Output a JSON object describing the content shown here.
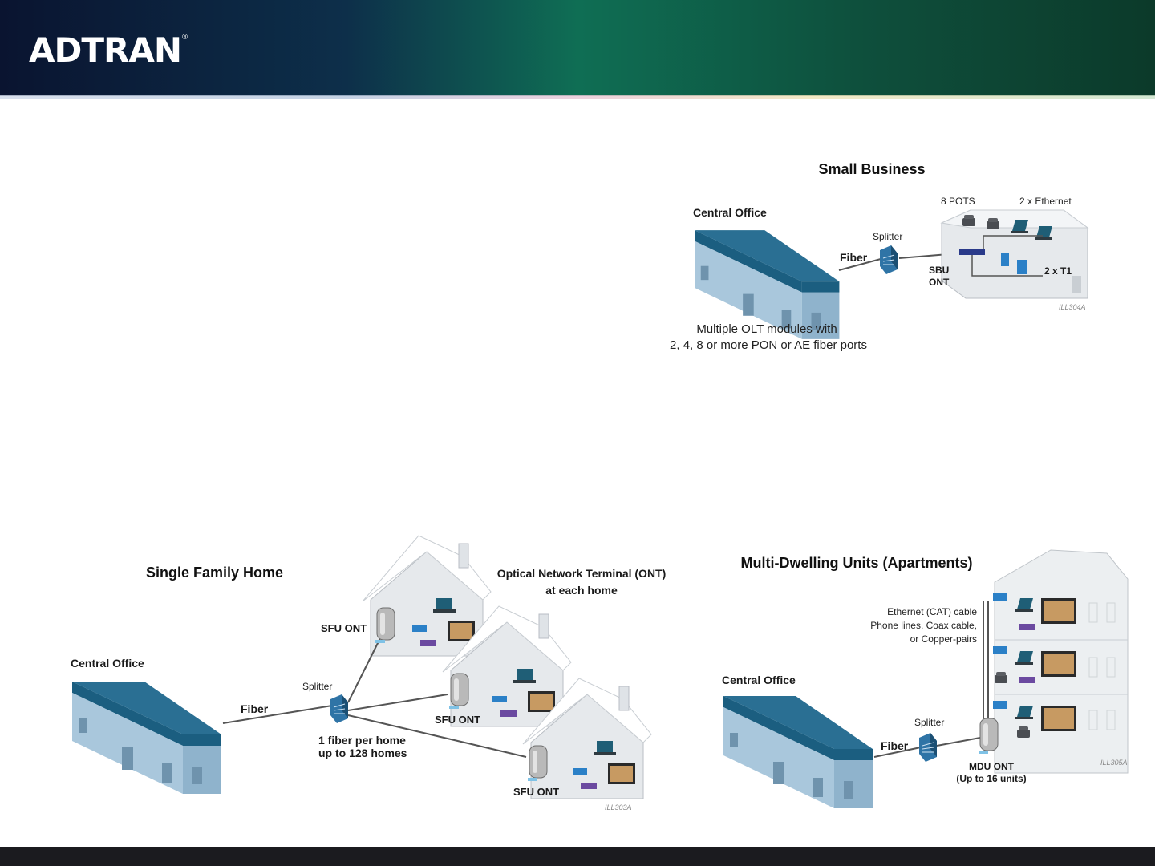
{
  "header": {
    "logo": "ADTRAN",
    "logo_mark": "®"
  },
  "colors": {
    "header_left": "#0a1430",
    "header_mid": "#0f6e54",
    "header_right": "#0c3a2a",
    "building_top": "#1b5e80",
    "building_front": "#a9c7dc",
    "footer": "#1b1b1f"
  },
  "small_business": {
    "title": "Small Business",
    "central_office": "Central Office",
    "fiber": "Fiber",
    "splitter": "Splitter",
    "ont_line1": "SBU",
    "ont_line2": "ONT",
    "pots": "8 POTS",
    "ethernet": "2 x Ethernet",
    "t1": "2 x T1",
    "olt_line1": "Multiple OLT modules with",
    "olt_line2": "2, 4, 8 or more PON or AE fiber ports",
    "ill_id": "ILL304A"
  },
  "single_family": {
    "title": "Single Family Home",
    "ont_title_line1": "Optical Network Terminal (ONT)",
    "ont_title_line2": "at each home",
    "central_office": "Central Office",
    "fiber": "Fiber",
    "splitter": "Splitter",
    "sfu_ont": "SFU ONT",
    "per_home_line1": "1 fiber per home",
    "per_home_line2": "up to 128 homes",
    "ill_id": "ILL303A"
  },
  "mdu": {
    "title": "Multi-Dwelling Units (Apartments)",
    "cable_line1": "Ethernet (CAT) cable",
    "cable_line2": "Phone lines, Coax cable,",
    "cable_line3": "or Copper-pairs",
    "central_office": "Central Office",
    "fiber": "Fiber",
    "splitter": "Splitter",
    "ont_line1": "MDU ONT",
    "ont_line2": "(Up to 16 units)",
    "ill_id": "ILL305A"
  }
}
